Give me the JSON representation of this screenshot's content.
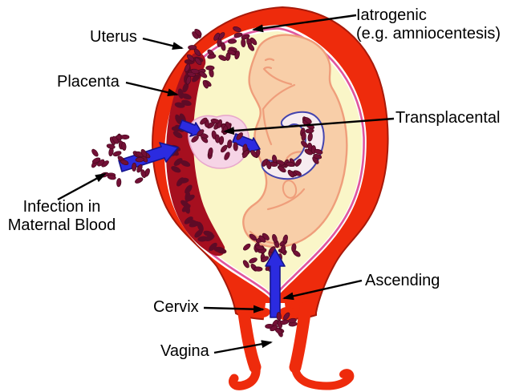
{
  "palette": {
    "background": "#FFFFFF",
    "wall_red": "#EE2B0C",
    "wall_outline": "#A81A0A",
    "lining_magenta": "#E0569E",
    "cavity_white": "#FFFFFF",
    "cavity_cream": "#FAF6C8",
    "placenta_red": "#A60F1F",
    "placenta_bump": "#5E0B26",
    "bacteria_fill": "#721036",
    "bacteria_outline": "#4A081E",
    "fetus_skin": "#F8CEA8",
    "fetus_outline": "#EF9E7B",
    "cord_fill": "#F7ECF0",
    "cord_outline": "#4444AE",
    "membrane_pink": "#F6D4E6",
    "membrane_outline": "#E8A8CC",
    "arrow_blue": "#2B2BE0",
    "arrow_blue_outline": "#14148C",
    "label_color": "#000000"
  },
  "labels": {
    "uterus": "Uterus",
    "placenta": "Placenta",
    "iatrogenic": "Iatrogenic\n(e.g. amniocentesis)",
    "transplacental": "Transplacental",
    "maternal_blood": "Infection in\nMaternal Blood",
    "ascending": "Ascending",
    "cervix": "Cervix",
    "vagina": "Vagina"
  }
}
